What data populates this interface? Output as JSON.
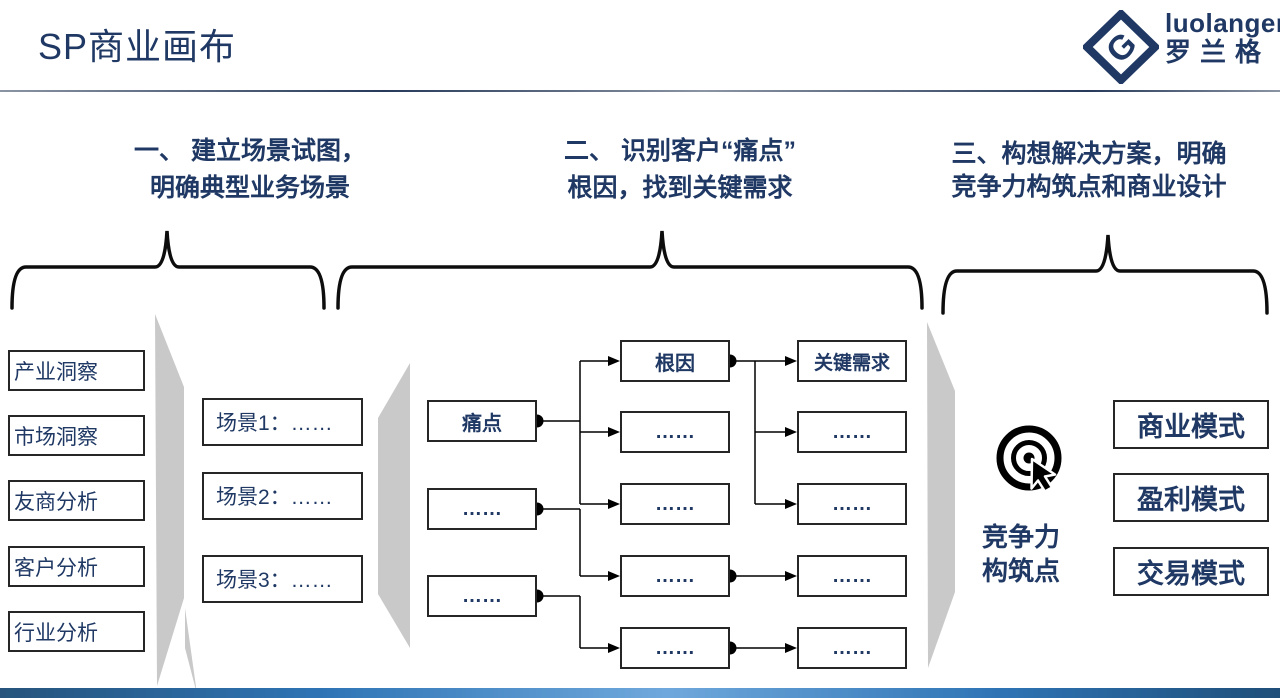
{
  "header": {
    "title": "SP商业画布"
  },
  "logo": {
    "latin": "luolanger",
    "chinese": "罗兰格",
    "mark": "diamond-g-logo"
  },
  "steps": [
    {
      "line1": "一、 建立场景试图，",
      "line2": "明确典型业务场景"
    },
    {
      "line1": "二、 识别客户“痛点”",
      "line2": "根因，找到关键需求"
    },
    {
      "line1": "三、构想解决方案，明确",
      "line2": "竞争力构筑点和商业设计"
    }
  ],
  "canvas": {
    "analysis": [
      "产业洞察",
      "市场洞察",
      "友商分析",
      "客户分析",
      "行业分析"
    ],
    "scenes": [
      "场景1：……",
      "场景2：……",
      "场景3：……"
    ],
    "pain_col": [
      "痛点",
      "……",
      "……"
    ],
    "cause_col": [
      "根因",
      "……",
      "……",
      "……",
      "……"
    ],
    "need_col": [
      "关键需求",
      "……",
      "……",
      "……",
      "……"
    ],
    "competitiveness": {
      "line1": "竞争力",
      "line2": "构筑点"
    },
    "modes": [
      "商业模式",
      "盈利模式",
      "交易模式"
    ]
  },
  "icons": {
    "target": "target-with-cursor-icon"
  },
  "colors": {
    "navy_text": "#1f3864",
    "box_border": "#262626",
    "gray_panel": "#c9c9c9",
    "connector": "#000000",
    "bottom_bar": "#2e74b5"
  }
}
